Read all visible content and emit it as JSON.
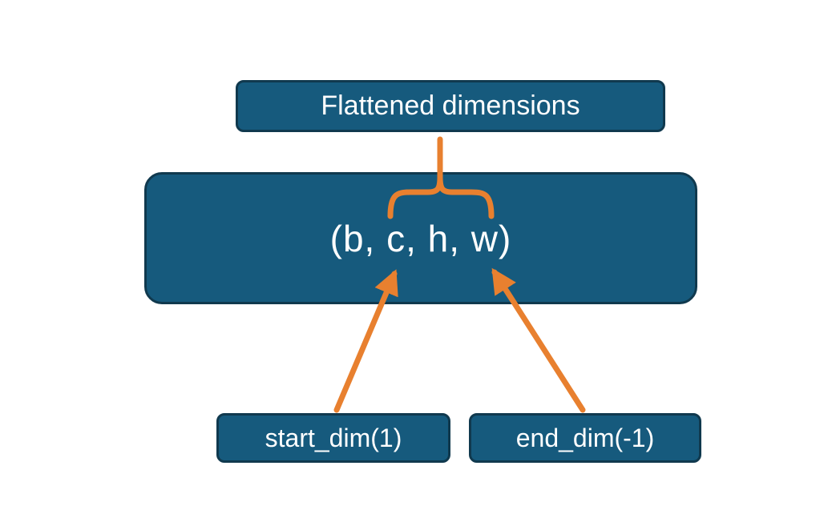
{
  "diagram": {
    "title_box": {
      "label": "Flattened dimensions"
    },
    "tensor_box": {
      "label": "(b, c, h, w)"
    },
    "start_box": {
      "label": "start_dim(1)"
    },
    "end_box": {
      "label": "end_dim(-1)"
    },
    "connectors": {
      "brace": "brace grouping flattened dims with stem to title box",
      "arrow_start": "arrow from start_dim(1) to dimension c",
      "arrow_end": "arrow from end_dim(-1) to dimension w"
    },
    "colors": {
      "box_fill": "#165A7D",
      "box_border": "#10394E",
      "accent_orange": "#E8802F",
      "text": "#FFFFFF",
      "background": "#FFFFFF"
    }
  }
}
